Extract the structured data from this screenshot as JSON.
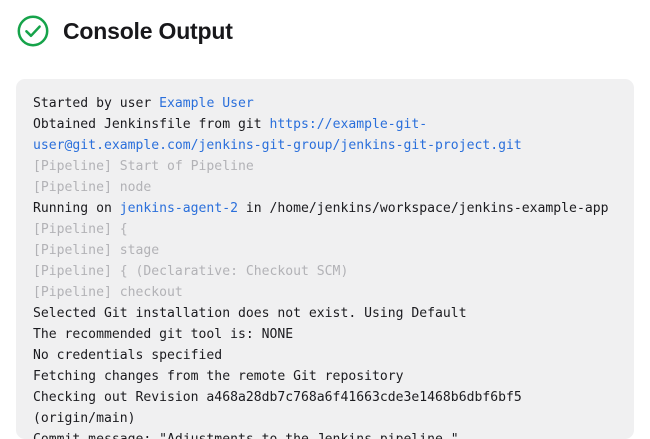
{
  "header": {
    "title": "Console Output",
    "status_icon": "check-circle-icon",
    "status_color": "#16a34a"
  },
  "colors": {
    "panel_background": "#f0f0f1",
    "link": "#2a6fdb",
    "muted_text": "#b2b2b6",
    "text": "#1b1b1f"
  },
  "console": {
    "lines": [
      {
        "id": "started-by-user",
        "muted": false,
        "parts": [
          {
            "text": "Started by user ",
            "link": false
          },
          {
            "text": "Example User",
            "link": true
          }
        ]
      },
      {
        "id": "obtained-jenkinsfile",
        "muted": false,
        "parts": [
          {
            "text": "Obtained Jenkinsfile from git ",
            "link": false
          },
          {
            "text": "https://example-git-user@git.example.com/jenkins-git-group/jenkins-git-project.git",
            "link": true
          }
        ]
      },
      {
        "id": "pipeline-start-of-pipeline",
        "muted": true,
        "parts": [
          {
            "text": "[Pipeline] Start of Pipeline",
            "link": false
          }
        ]
      },
      {
        "id": "pipeline-node",
        "muted": true,
        "parts": [
          {
            "text": "[Pipeline] node",
            "link": false
          }
        ]
      },
      {
        "id": "running-on-agent",
        "muted": false,
        "parts": [
          {
            "text": "Running on ",
            "link": false
          },
          {
            "text": "jenkins-agent-2",
            "link": true
          },
          {
            "text": " in /home/jenkins/workspace/jenkins-example-app",
            "link": false
          }
        ]
      },
      {
        "id": "pipeline-open-brace",
        "muted": true,
        "parts": [
          {
            "text": "[Pipeline] {",
            "link": false
          }
        ]
      },
      {
        "id": "pipeline-stage",
        "muted": true,
        "parts": [
          {
            "text": "[Pipeline] stage",
            "link": false
          }
        ]
      },
      {
        "id": "pipeline-declarative-checkout-scm",
        "muted": true,
        "parts": [
          {
            "text": "[Pipeline] { (Declarative: Checkout SCM)",
            "link": false
          }
        ]
      },
      {
        "id": "pipeline-checkout",
        "muted": true,
        "parts": [
          {
            "text": "[Pipeline] checkout",
            "link": false
          }
        ]
      },
      {
        "id": "selected-git-installation",
        "muted": false,
        "parts": [
          {
            "text": "Selected Git installation does not exist. Using Default",
            "link": false
          }
        ]
      },
      {
        "id": "recommended-git-tool",
        "muted": false,
        "parts": [
          {
            "text": "The recommended git tool is: NONE",
            "link": false
          }
        ]
      },
      {
        "id": "no-credentials-specified",
        "muted": false,
        "parts": [
          {
            "text": "No credentials specified",
            "link": false
          }
        ]
      },
      {
        "id": "fetching-changes",
        "muted": false,
        "parts": [
          {
            "text": "Fetching changes from the remote Git repository",
            "link": false
          }
        ]
      },
      {
        "id": "checking-out-revision",
        "muted": false,
        "parts": [
          {
            "text": "Checking out Revision a468a28db7c768a6f41663cde3e1468b6dbf6bf5 (origin/main)",
            "link": false
          }
        ]
      },
      {
        "id": "commit-message",
        "muted": false,
        "parts": [
          {
            "text": "Commit message: \"Adjustments to the Jenkins pipeline.\"",
            "link": false
          }
        ]
      }
    ]
  }
}
